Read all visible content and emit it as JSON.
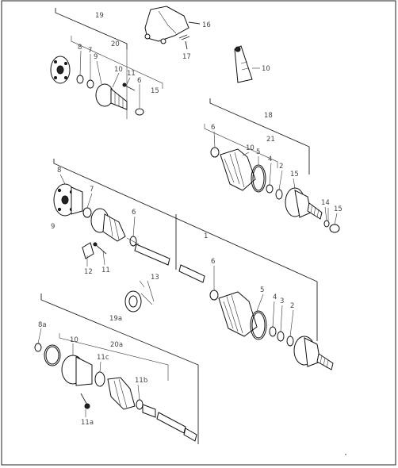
{
  "diagram": {
    "callouts": [
      {
        "key": "c19",
        "text": "19"
      },
      {
        "key": "c16",
        "text": "16"
      },
      {
        "key": "c17",
        "text": "17"
      },
      {
        "key": "c20",
        "text": "20"
      },
      {
        "key": "c8",
        "text": "8"
      },
      {
        "key": "c7",
        "text": "7"
      },
      {
        "key": "c9",
        "text": "9"
      },
      {
        "key": "c10",
        "text": "10"
      },
      {
        "key": "c11",
        "text": "11"
      },
      {
        "key": "c6",
        "text": "6"
      },
      {
        "key": "c15",
        "text": "15"
      },
      {
        "key": "c10b",
        "text": "10"
      },
      {
        "key": "c18",
        "text": "18"
      },
      {
        "key": "c6b",
        "text": "6"
      },
      {
        "key": "c10c",
        "text": "10"
      },
      {
        "key": "c21",
        "text": "21"
      },
      {
        "key": "c5",
        "text": "5"
      },
      {
        "key": "c4",
        "text": "4"
      },
      {
        "key": "c2",
        "text": "2"
      },
      {
        "key": "c15b",
        "text": "15"
      },
      {
        "key": "c14",
        "text": "14"
      },
      {
        "key": "c15c",
        "text": "15"
      },
      {
        "key": "c8b",
        "text": "8"
      },
      {
        "key": "c7b",
        "text": "7"
      },
      {
        "key": "c9b",
        "text": "9"
      },
      {
        "key": "c6c",
        "text": "6"
      },
      {
        "key": "c1",
        "text": "1"
      },
      {
        "key": "c12",
        "text": "12"
      },
      {
        "key": "c11b",
        "text": "11"
      },
      {
        "key": "c13",
        "text": "13"
      },
      {
        "key": "c6d",
        "text": "6"
      },
      {
        "key": "c5b",
        "text": "5"
      },
      {
        "key": "c4b",
        "text": "4"
      },
      {
        "key": "c3",
        "text": "3"
      },
      {
        "key": "c2b",
        "text": "2"
      },
      {
        "key": "c19a",
        "text": "19a"
      },
      {
        "key": "c8a",
        "text": "8a"
      },
      {
        "key": "c10d",
        "text": "10"
      },
      {
        "key": "c20a",
        "text": "20a"
      },
      {
        "key": "c11c",
        "text": "11c"
      },
      {
        "key": "c11b2",
        "text": "11b"
      },
      {
        "key": "c11a",
        "text": "11a"
      }
    ]
  }
}
